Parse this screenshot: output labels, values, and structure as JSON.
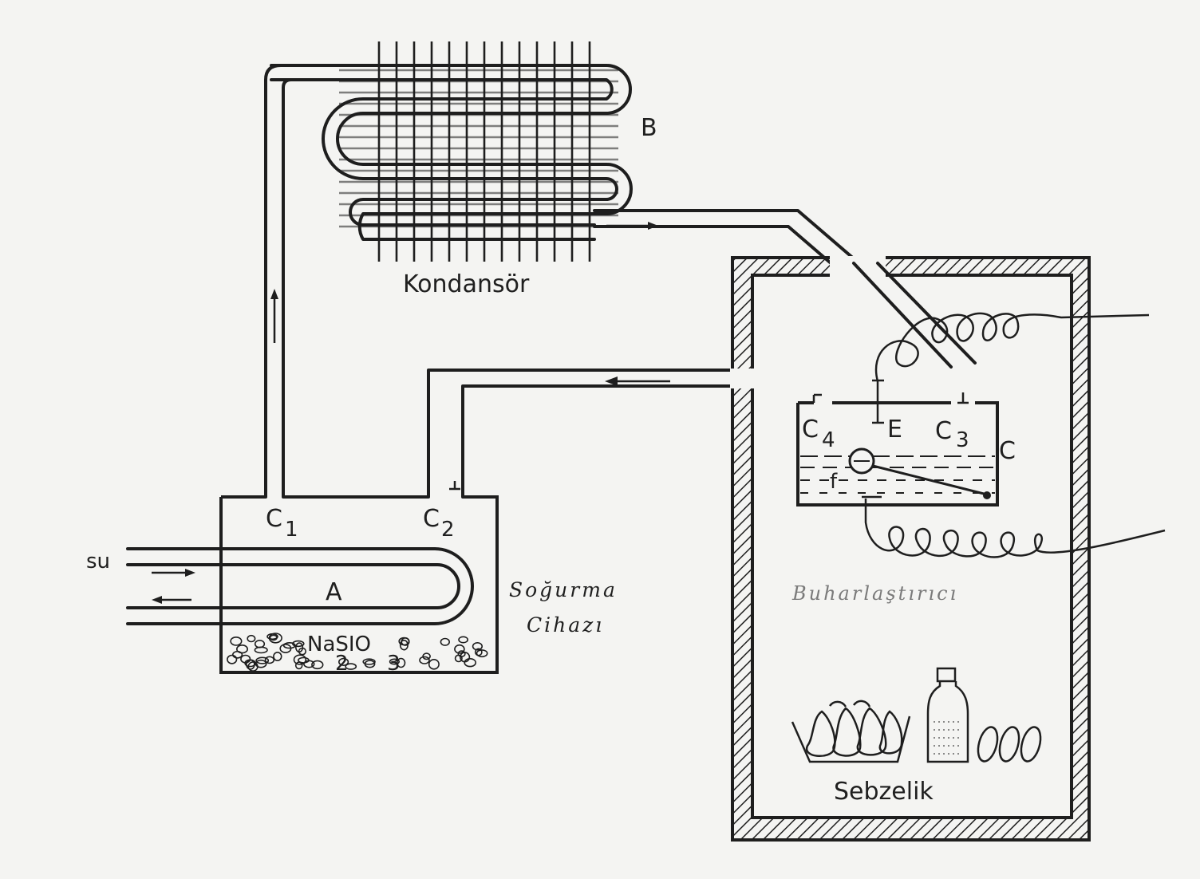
{
  "labels": {
    "condenser": "Kondansör",
    "condenser_letter": "B",
    "absorber_letter": "A",
    "water": "su",
    "absorber_line1": "Soğurma",
    "absorber_line2": "Cihazı",
    "salt": "NaSIO",
    "salt_sub1": "2",
    "salt_sub2": "3",
    "c1": "C",
    "c1_sub": "1",
    "c2": "C",
    "c2_sub": "2",
    "c3": "C",
    "c3_sub": "3",
    "c4": "C",
    "c4_sub": "4",
    "valve": "E",
    "evaporator_letter": "C",
    "float": "f",
    "evaporator": "Buharlaştırıcı",
    "crisper": "Sebzelik"
  },
  "colors": {
    "ink": "#1e1e1e",
    "paper": "#f4f4f2",
    "faint": "#7a7a7a"
  }
}
